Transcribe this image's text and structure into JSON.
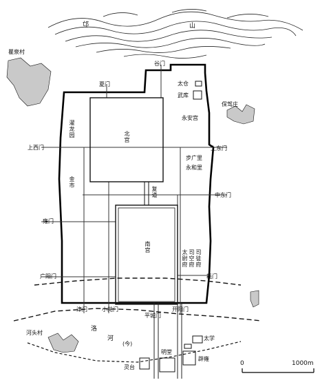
{
  "mountains": {
    "mang": "邙",
    "shan": "山"
  },
  "villages": {
    "quzhen": "瞿泉村",
    "baojia": "保驾庄",
    "hetou": "河头村"
  },
  "gates": {
    "xia": "夏门",
    "gu": "谷门",
    "shang_xi": "上西门",
    "shang_dong": "上东门",
    "zhong_dong": "中东门",
    "yong": "雍门",
    "guang_yang": "广阳门",
    "hao": "耗门",
    "jin": "津门",
    "xiao_yuan": "小苑门",
    "ping_cheng": "平城门",
    "kai_yang": "开阳门"
  },
  "palaces": {
    "bei": "北宫",
    "nan": "南宫",
    "fu_dao": "复道"
  },
  "places": {
    "tai_cang": "太仓",
    "wu_ku": "武库",
    "yong_an": "永安宫",
    "zhuo_long": "濯龙园",
    "jin_shi": "金市",
    "bu_guang": "步广里",
    "yong_he": "永和里",
    "tai_wei": "太尉府",
    "si_kong": "司空府",
    "si_tu": "司徒府"
  },
  "south": {
    "luo": "洛",
    "he": "河",
    "jin": "(今)",
    "ling_tai": "灵台",
    "ming_tang": "明堂",
    "tai_xue": "太学",
    "bi_yong": "辟雍"
  },
  "scale": {
    "zero": "0",
    "end": "1000m"
  }
}
